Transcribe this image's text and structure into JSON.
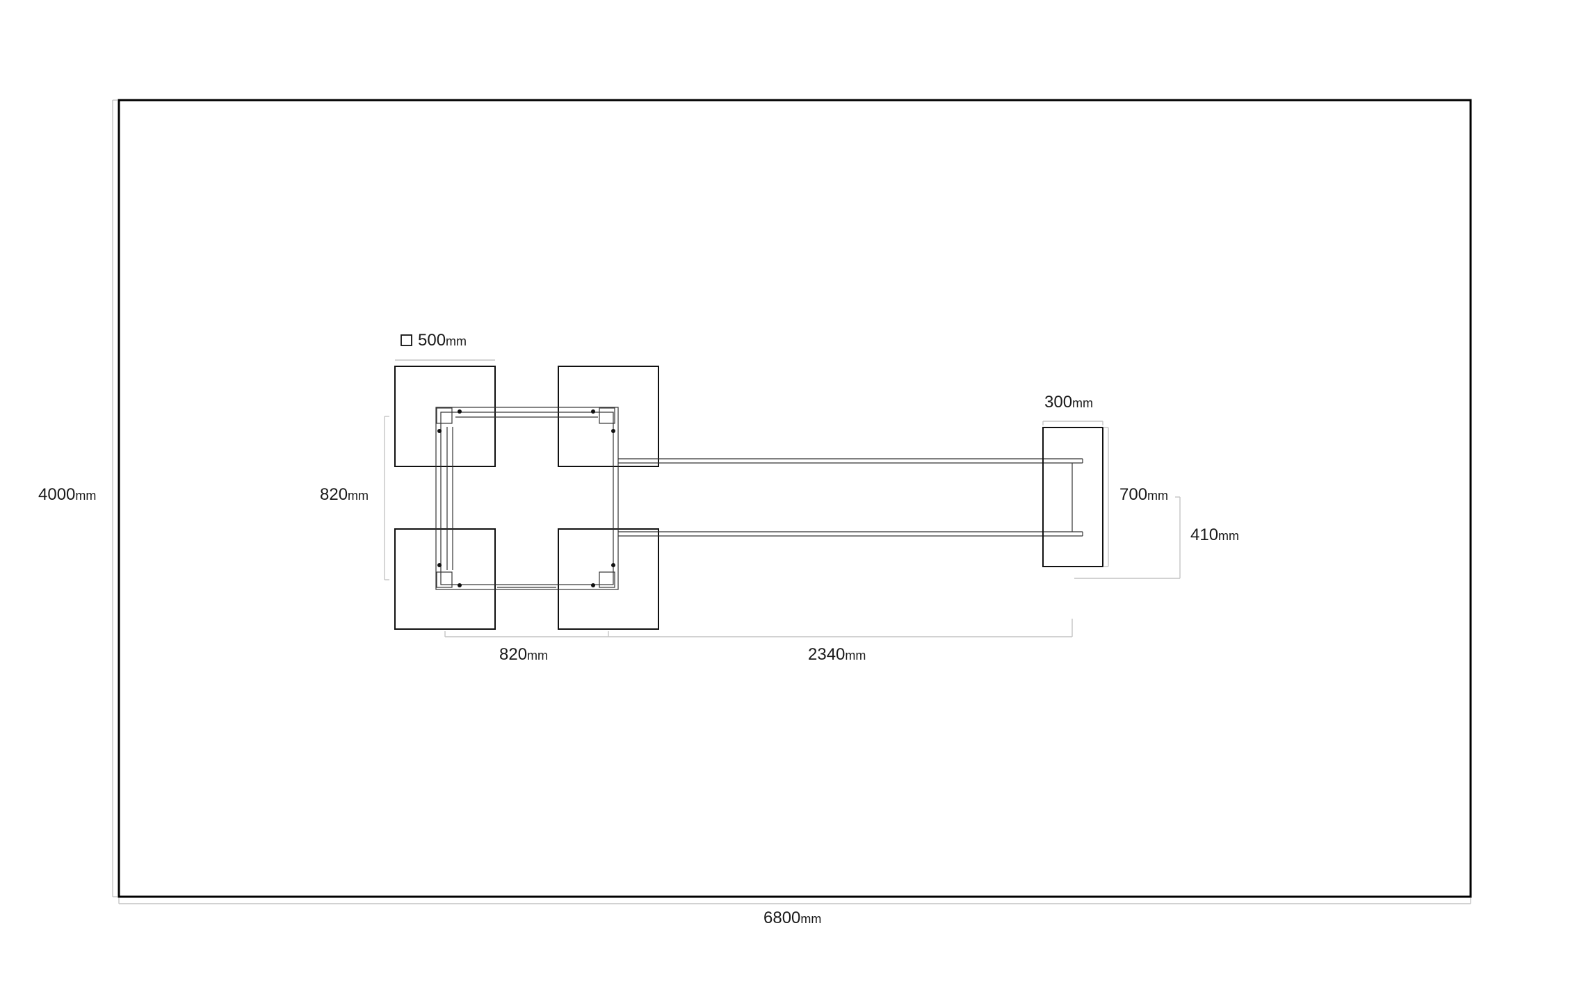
{
  "unit": "mm",
  "dimensions": {
    "room_width": "6800",
    "room_depth": "4000",
    "block_size": "500",
    "frame_depth": "820",
    "frame_width": "820",
    "beam_length": "2340",
    "end_block_width": "300",
    "end_block_length": "700",
    "rail_spacing": "410"
  },
  "colors": {
    "line": "#000000",
    "dimension_line": "#c4c4c4",
    "text": "#1a1a1a",
    "background": "#ffffff"
  }
}
